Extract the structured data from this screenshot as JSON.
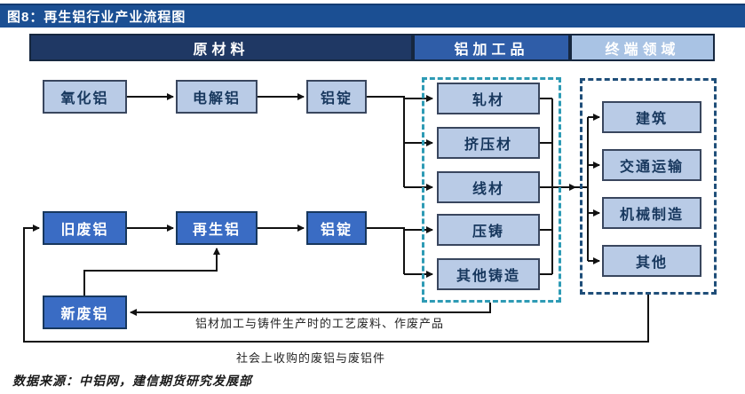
{
  "page": {
    "title": "图8：再生铝行业产业流程图"
  },
  "headers": {
    "raw": "原材料",
    "processed": "铝加工品",
    "end_use": "终端领域"
  },
  "nodes": {
    "alumina": "氧化铝",
    "electrolytic_aluminum": "电解铝",
    "ingot_primary": "铝锭",
    "old_scrap": "旧废铝",
    "recycled_aluminum": "再生铝",
    "ingot_recycled": "铝锭",
    "new_scrap": "新废铝",
    "rolled": "轧材",
    "extruded": "挤压材",
    "wire": "线材",
    "die_cast": "压铸",
    "other_casting": "其他铸造",
    "construction": "建筑",
    "transportation": "交通运输",
    "machinery": "机械制造",
    "others": "其他"
  },
  "annotations": {
    "note_process_waste": "铝材加工与铸件生产时的工艺废料、作废产品",
    "note_social_scrap": "社会上收购的废铝与废铝件"
  },
  "footer": {
    "source": "数据来源：中铝网，建信期货研究发展部"
  },
  "colors": {
    "title_bar": "#1B4F93",
    "header_raw": "#1F3864",
    "header_processed": "#2F5DA8",
    "header_end_use": "#A9C3E4",
    "box_light": "#B9CBE6",
    "box_dark": "#3A6CC4",
    "dashed_processed_border": "#2E9BB5",
    "dashed_end_use_border": "#1F4E79",
    "connector": "#111111"
  }
}
